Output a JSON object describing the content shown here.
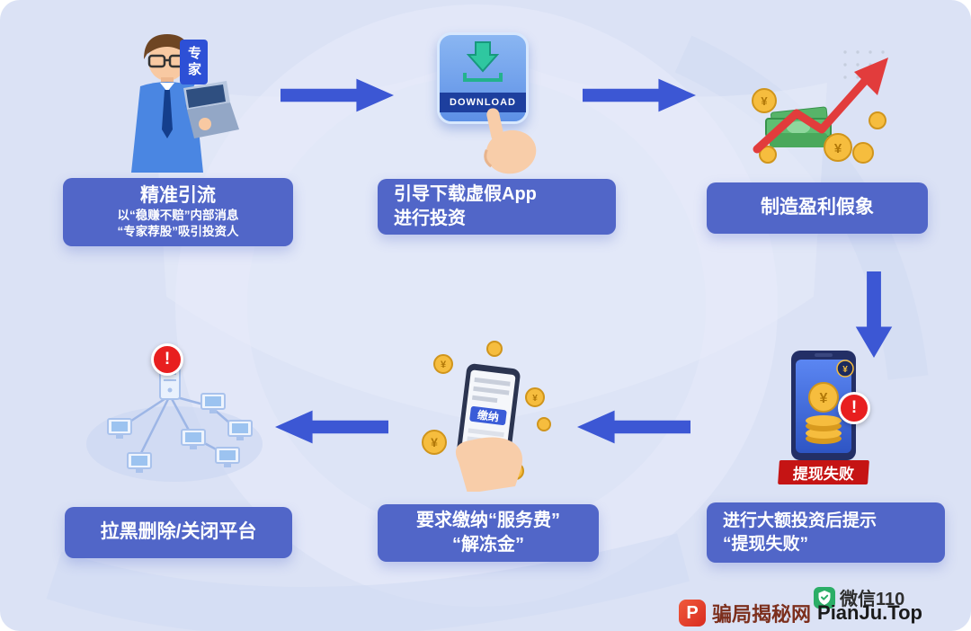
{
  "cards": {
    "step1": {
      "title": "精准引流",
      "sub1": "以“稳赚不赔”内部消息",
      "sub2": "“专家荐股”吸引投资人"
    },
    "step2": {
      "line1": "引导下载虚假App",
      "line2": "进行投资"
    },
    "step3": {
      "title": "制造盈利假象"
    },
    "step4": {
      "line1": "进行大额投资后提示",
      "line2": "“提现失败”"
    },
    "step5": {
      "line1": "要求缴纳“服务费”",
      "line2": "“解冻金”"
    },
    "step6": {
      "title": "拉黑删除/关闭平台"
    }
  },
  "illustrations": {
    "expert_tag": "专家",
    "download_label": "DOWNLOAD",
    "withdraw_fail_badge": "提现失败",
    "pay_label": "缴纳",
    "coin_symbol": "¥",
    "alert_mark": "!"
  },
  "footer": {
    "wechat_label": "微信110",
    "brand_letter": "P",
    "brand_name": "骗局揭秘网",
    "brand_domain": "PianJu.Top"
  },
  "colors": {
    "card": "#5166c8",
    "arrow": "#3c57d4",
    "background": "#dbe2f5"
  }
}
